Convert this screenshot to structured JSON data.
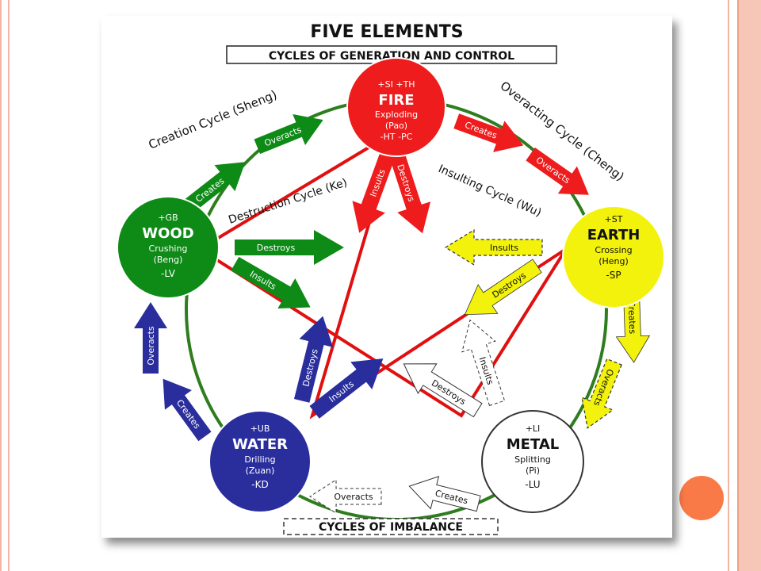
{
  "title": "FIVE ELEMENTS",
  "subtitle": "CYCLES OF GENERATION AND CONTROL",
  "footer": "CYCLES OF IMBALANCE",
  "cycles": {
    "creation": "Creation Cycle (Sheng)",
    "destruction": "Destruction Cycle (Ke)",
    "overacting": "Overacting Cycle (Cheng)",
    "insulting": "Insulting Cycle (Wu)"
  },
  "arrows": {
    "creates": "Creates",
    "overacts": "Overacts",
    "destroys": "Destroys",
    "insults": "Insults"
  },
  "elements": {
    "fire": {
      "top": "+SI  +TH",
      "name": "FIRE",
      "motion": "Exploding",
      "chinese": "(Pao)",
      "bottom": "-HT   -PC",
      "color": "#ee1c1c"
    },
    "wood": {
      "top": "+GB",
      "name": "WOOD",
      "motion": "Crushing",
      "chinese": "(Beng)",
      "bottom": "-LV",
      "color": "#0e8a16"
    },
    "earth": {
      "top": "+ST",
      "name": "EARTH",
      "motion": "Crossing",
      "chinese": "(Heng)",
      "bottom": "-SP",
      "color": "#f2f20c"
    },
    "water": {
      "top": "+UB",
      "name": "WATER",
      "motion": "Drilling",
      "chinese": "(Zuan)",
      "bottom": "-KD",
      "color": "#2a2e9c"
    },
    "metal": {
      "top": "+LI",
      "name": "METAL",
      "motion": "Splitting",
      "chinese": "(Pi)",
      "bottom": "-LU",
      "color": "#ffffff"
    }
  },
  "colors": {
    "cycle_line": "#2e7d1e",
    "star_line": "#e01010",
    "fire": "#ee1c1c",
    "wood": "#0e8a16",
    "earth": "#f2f20c",
    "water": "#2a2e9c"
  }
}
